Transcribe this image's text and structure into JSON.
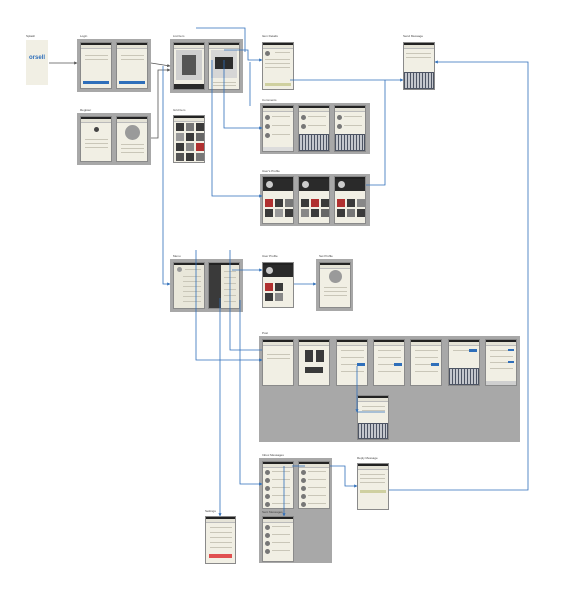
{
  "screens": {
    "splash": "Splash",
    "login": "Login",
    "register": "Register",
    "list_item": "List Item",
    "grid_item": "Grid Item",
    "item_details": "Item Details",
    "comments": "Comments",
    "users_profile": "User's Profile",
    "send_message": "Send Message",
    "menu": "Menu",
    "user_profile": "User Profile",
    "set_profile": "Set Profile",
    "post": "Post",
    "inbox_messages": "Inbox Messages",
    "sent_messages": "Sent Messages",
    "reply_message": "Reply Message",
    "settings": "Settings"
  },
  "logo_text": "orsell",
  "colors": {
    "connector": "#2f6fba",
    "arrow": "#555555",
    "group": "#a8a8a8",
    "screen_bg": "#f1efe4"
  }
}
